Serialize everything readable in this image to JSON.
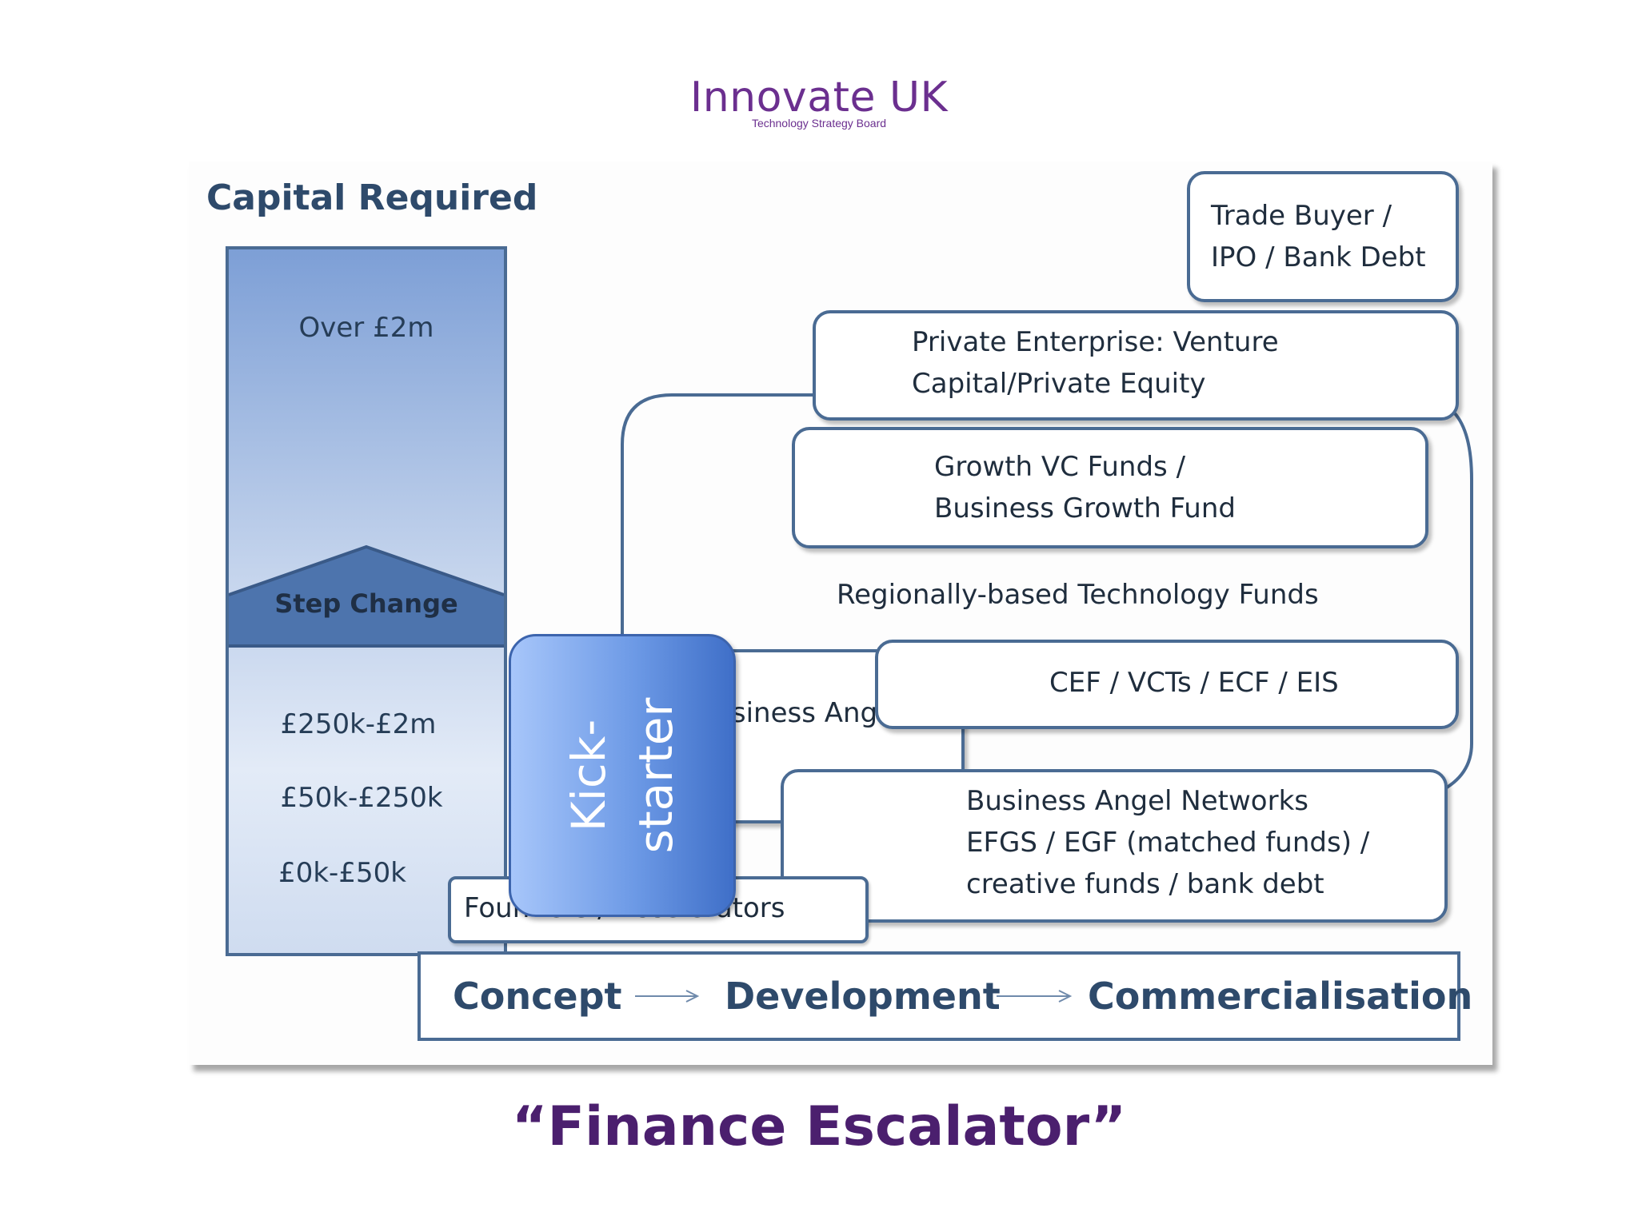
{
  "logo": {
    "name": "Innovate UK",
    "subtitle": "Technology Strategy Board"
  },
  "capital_column": {
    "title": "Capital Required",
    "top_label": "Over £2m",
    "step_label": "Step Change",
    "bands": [
      "£250k-£2m",
      "£50k-£250k",
      "£0k-£50k"
    ]
  },
  "funding_boxes": {
    "trade_buyer": [
      "Trade Buyer /",
      "IPO / Bank Debt"
    ],
    "private_enterprise": [
      "Private Enterprise: Venture",
      "Capital/Private Equity"
    ],
    "growth_vc": [
      "Growth VC Funds /",
      "Business Growth Fund"
    ],
    "regional_funds": "Regionally-based Technology Funds",
    "cef": "CEF / VCTs / ECF / EIS",
    "business_angels": "Business Angels",
    "angel_networks": [
      "Business Angel Networks",
      "EFGS / EGF (matched funds) /",
      "creative funds / bank debt"
    ],
    "founders": "Founders / Accelerators"
  },
  "kickstarter": [
    "Kick-",
    "starter"
  ],
  "stages": [
    "Concept",
    "Development",
    "Commercialisation"
  ],
  "footer_title": "“Finance Escalator”",
  "colors": {
    "brand_purple": "#6b2f8f",
    "title_purple": "#4b1f6e",
    "box_border": "#4a6b93",
    "kickstarter_blue": "#6d9ae6"
  }
}
